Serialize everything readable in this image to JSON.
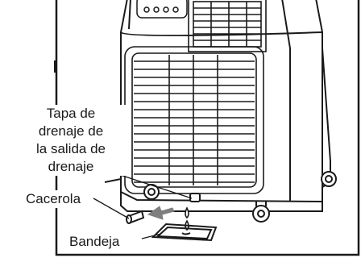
{
  "figure": {
    "labels": {
      "drain_cap_lines": [
        "Tapa de",
        "drenaje de",
        "la salida de",
        "drenaje"
      ],
      "pan": "Cacerola",
      "tray": "Bandeja"
    },
    "colors": {
      "line": "#1a1a1a",
      "background": "#ffffff",
      "arrow": "#7f7f7f"
    }
  }
}
